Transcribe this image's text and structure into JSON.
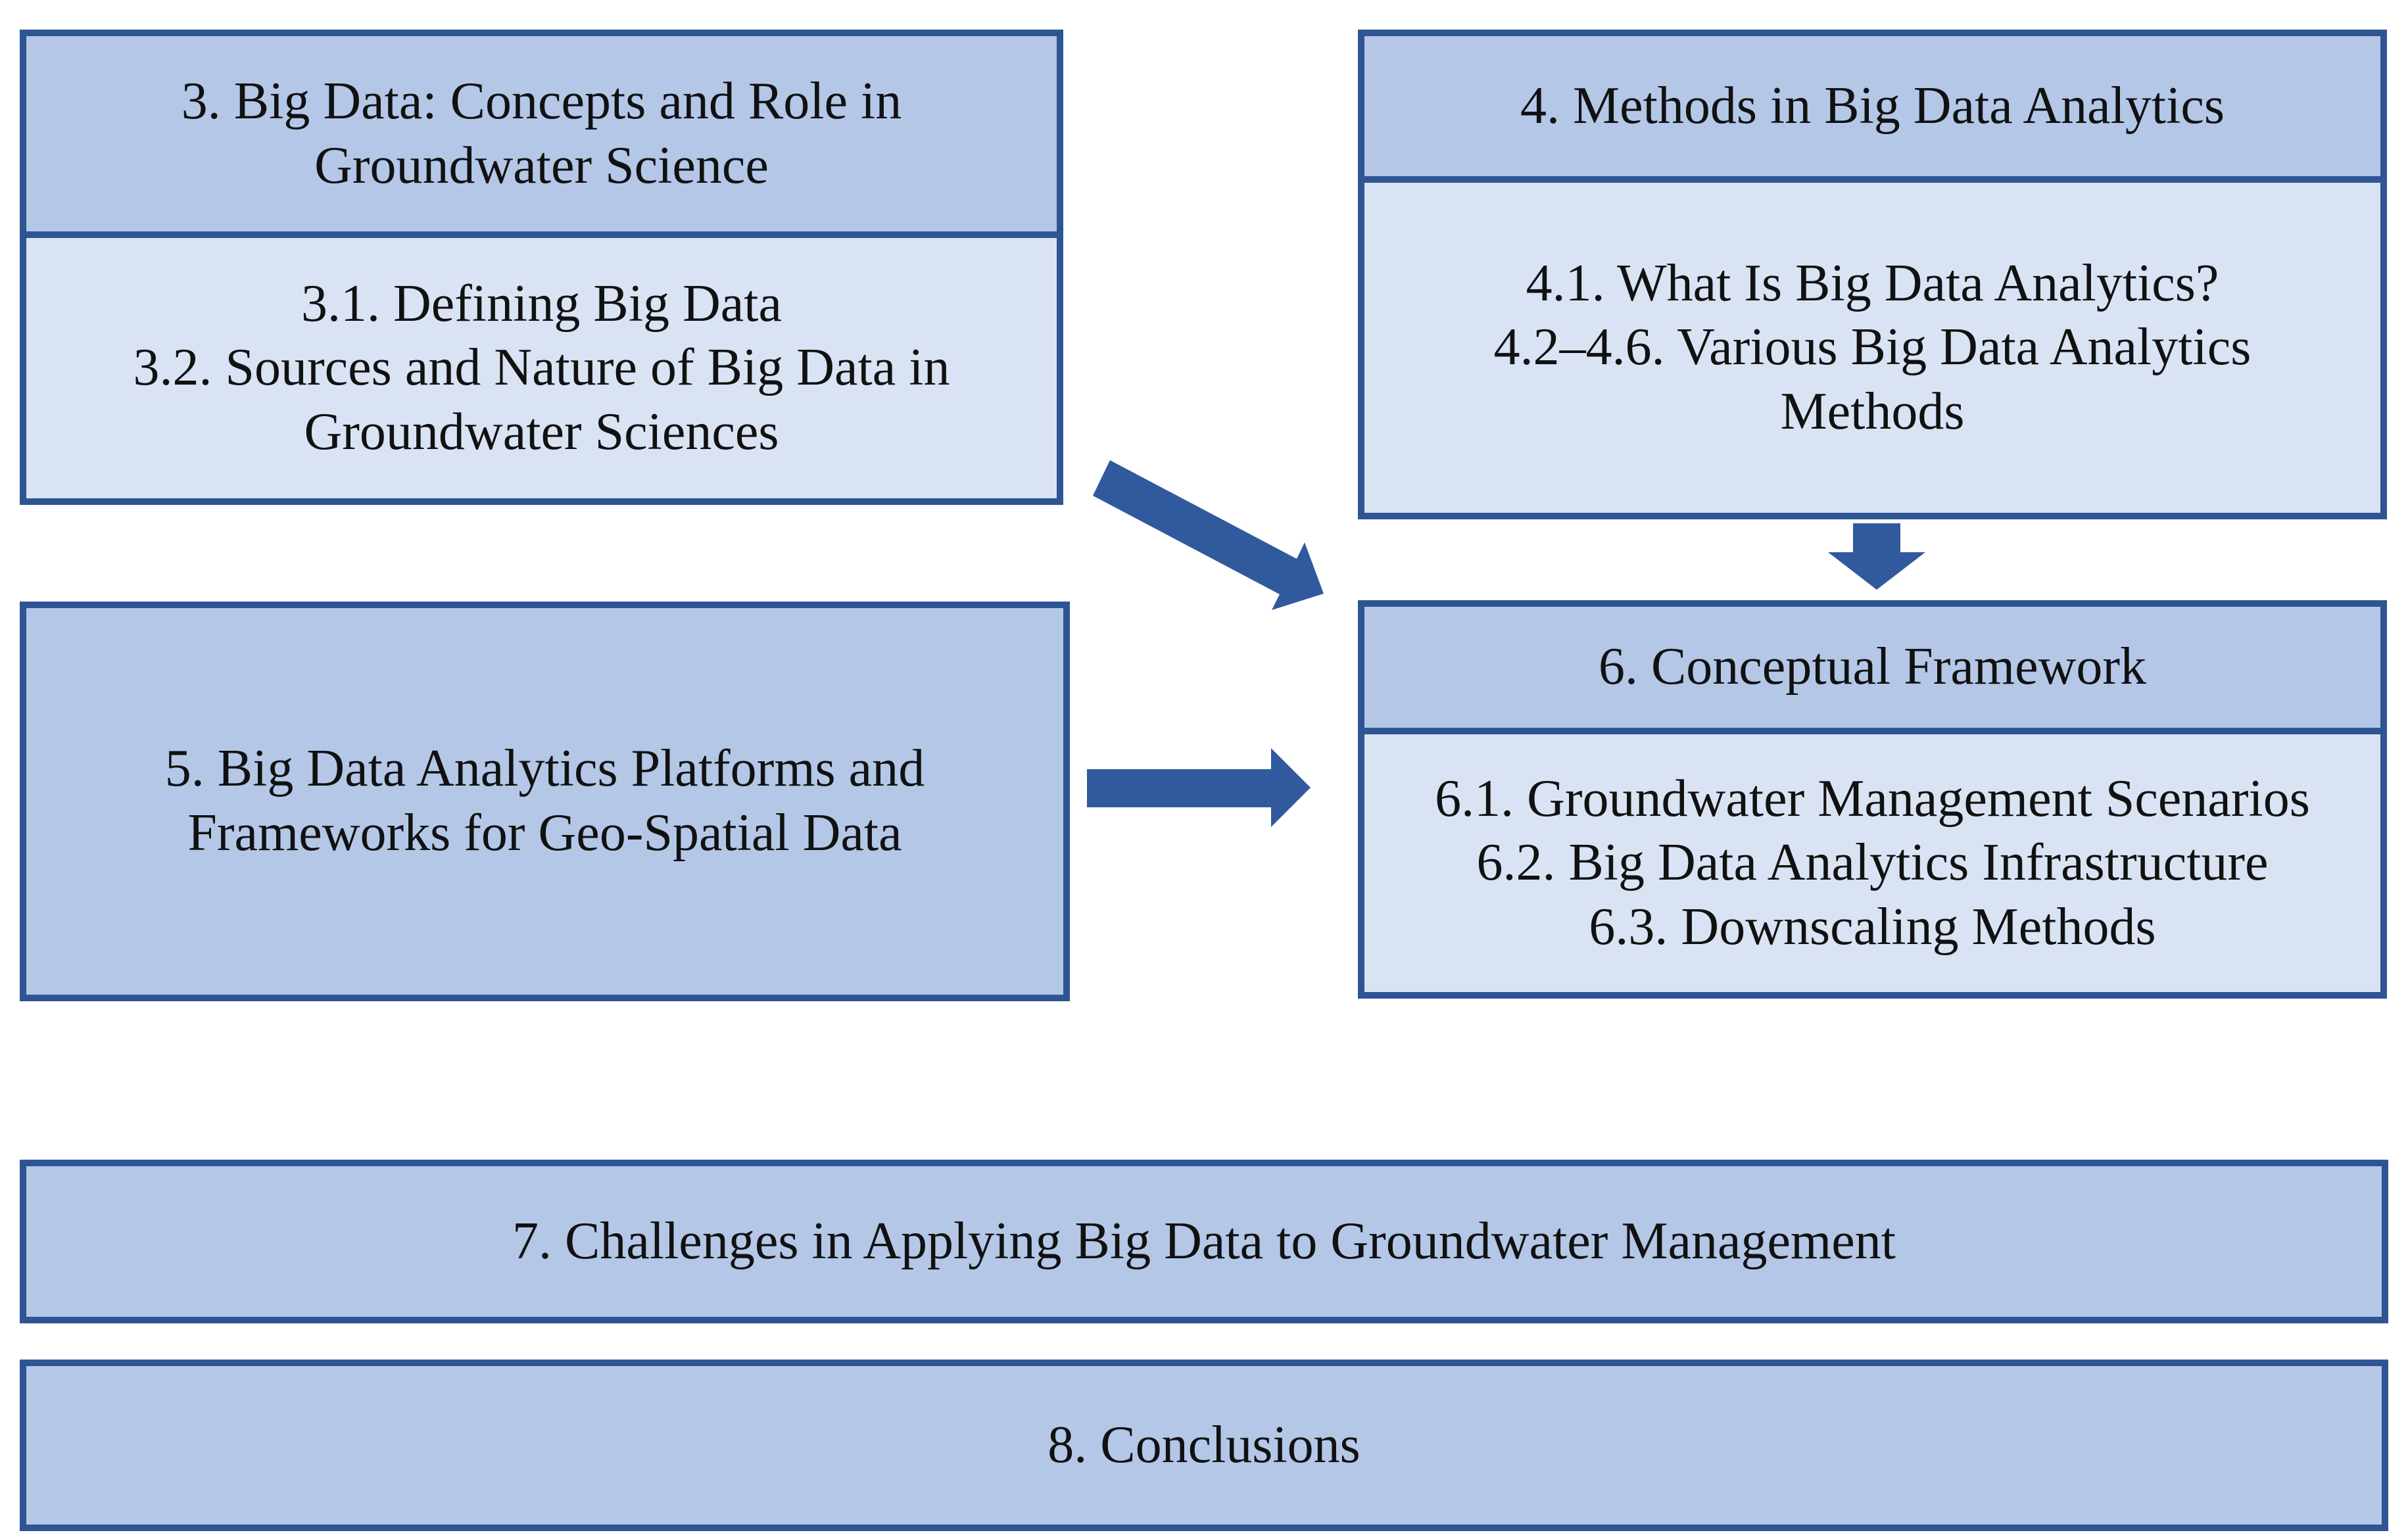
{
  "figure": {
    "type": "paper-section-flow-diagram",
    "background": "#ffffff",
    "colors": {
      "box_border": "#2e5493",
      "header_fill": "#b4c7e7",
      "body_fill": "#dae3f3",
      "arrow_fill": "#315a9e",
      "text": "#111111"
    },
    "section3": {
      "header_lines": [
        "3. Big Data: Concepts and Role in",
        "Groundwater Science"
      ],
      "body_lines": [
        "3.1. Defining Big Data",
        "3.2. Sources and Nature of Big Data in",
        "Groundwater Sciences"
      ]
    },
    "section4": {
      "header_lines": [
        "4. Methods in Big Data Analytics"
      ],
      "body_lines": [
        "4.1. What Is Big Data Analytics?",
        "4.2–4.6. Various Big Data Analytics",
        "Methods"
      ]
    },
    "section5": {
      "lines": [
        "5. Big Data Analytics Platforms and",
        "Frameworks for Geo-Spatial Data"
      ]
    },
    "section6": {
      "header_lines": [
        "6. Conceptual Framework"
      ],
      "body_lines": [
        "6.1. Groundwater Management Scenarios",
        "6.2. Big Data Analytics Infrastructure",
        "6.3. Downscaling Methods"
      ]
    },
    "section7": {
      "label": "7. Challenges in Applying Big Data to Groundwater Management"
    },
    "section8": {
      "label": "8. Conclusions"
    },
    "arrows": [
      {
        "name": "arrow-section3-to-section6",
        "direction": "diagonal-down-right"
      },
      {
        "name": "arrow-section4-to-section6",
        "direction": "down"
      },
      {
        "name": "arrow-section5-to-section6",
        "direction": "right"
      }
    ]
  }
}
